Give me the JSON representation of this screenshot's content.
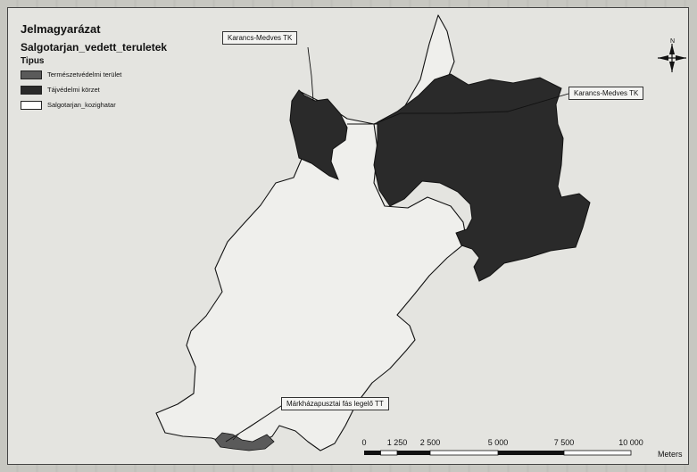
{
  "legend": {
    "heading": "Jelmagyarázat",
    "layer": "Salgotarjan_vedett_teruletek",
    "field": "Tipus",
    "items": [
      {
        "label": "Természetvédelmi terület",
        "color": "#5a5a5a"
      },
      {
        "label": "Tájvédelmi körzet",
        "color": "#2a2a2a"
      },
      {
        "label": "Salgotarjan_kozighatar",
        "color": "#ffffff"
      }
    ]
  },
  "callouts": {
    "karancs_left": "Karancs-Medves TK",
    "karancs_right": "Karancs-Medves TK",
    "markhaz": "Márkházapusztai fás legelő TT"
  },
  "north_arrow": {
    "label": "N"
  },
  "scale_bar": {
    "ticks": [
      "0",
      "1 250",
      "2 500",
      "5 000",
      "7 500",
      "10 000"
    ],
    "units": "Meters"
  },
  "colors": {
    "protected_landscape": "#2a2a2a",
    "nature_reserve": "#5a5a5a",
    "boundary": "#111111",
    "frame_background": "#e4e4e0"
  }
}
